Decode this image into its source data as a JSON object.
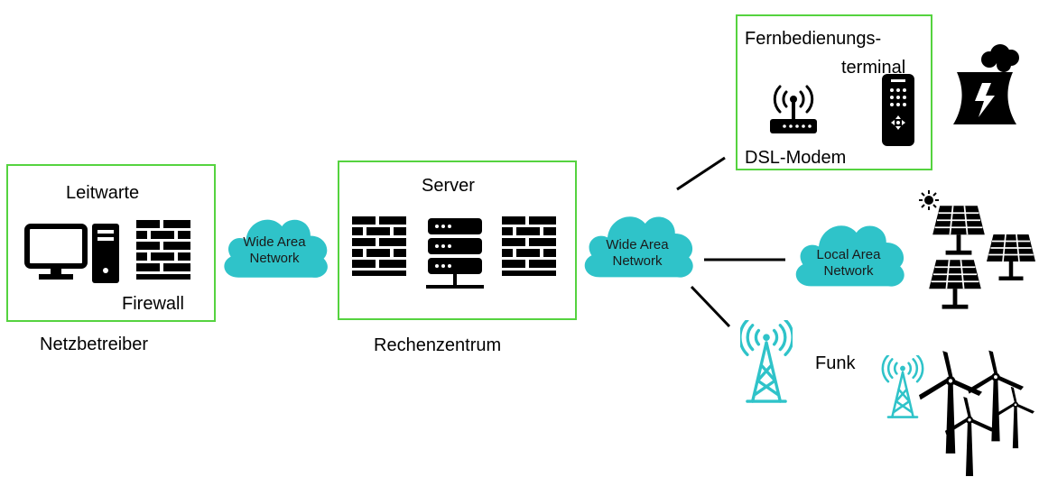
{
  "operator": {
    "caption": "Netzbetreiber",
    "control_room_label": "Leitwarte",
    "firewall_label": "Firewall"
  },
  "datacenter": {
    "caption": "Rechenzentrum",
    "server_label": "Server"
  },
  "wan_left": {
    "line1": "Wide Area",
    "line2": "Network"
  },
  "wan_right": {
    "line1": "Wide Area",
    "line2": "Network"
  },
  "lan": {
    "line1": "Local Area",
    "line2": "Network"
  },
  "remote": {
    "terminal_line1": "Fernbedienungs-",
    "terminal_line2": "terminal",
    "modem_label": "DSL-Modem"
  },
  "radio": {
    "label": "Funk"
  },
  "colors": {
    "box_border": "#55d33f",
    "cloud_fill": "#2fc3c9",
    "antenna": "#2fc3c9",
    "icon": "#000000"
  }
}
